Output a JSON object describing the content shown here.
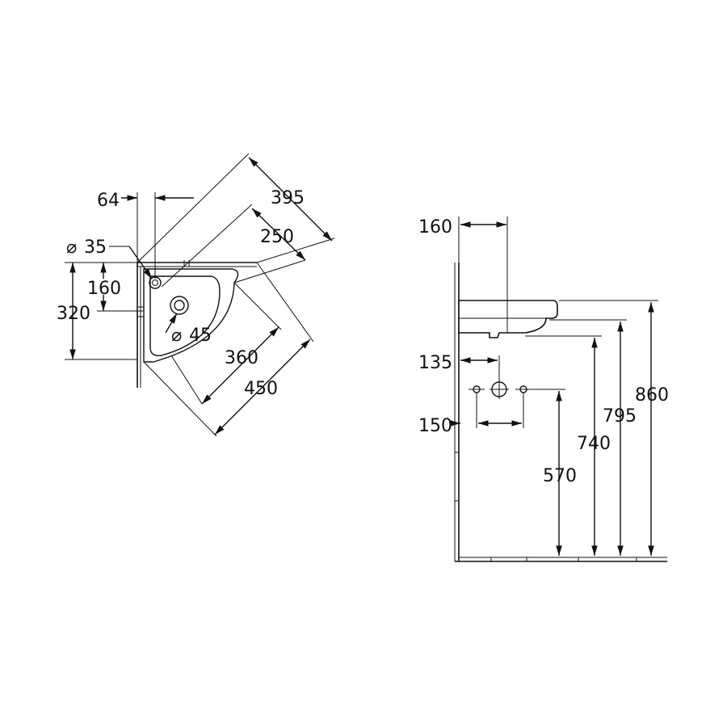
{
  "top_view": {
    "dims": {
      "d64": "64",
      "d395": "395",
      "d250": "250",
      "d35": "35",
      "d160": "160",
      "d320": "320",
      "d45": "45",
      "d360": "360",
      "d450": "450"
    }
  },
  "side_view": {
    "dims": {
      "d160": "160",
      "d135": "135",
      "d150": "150",
      "d570": "570",
      "d740": "740",
      "d795": "795",
      "d860": "860"
    }
  }
}
